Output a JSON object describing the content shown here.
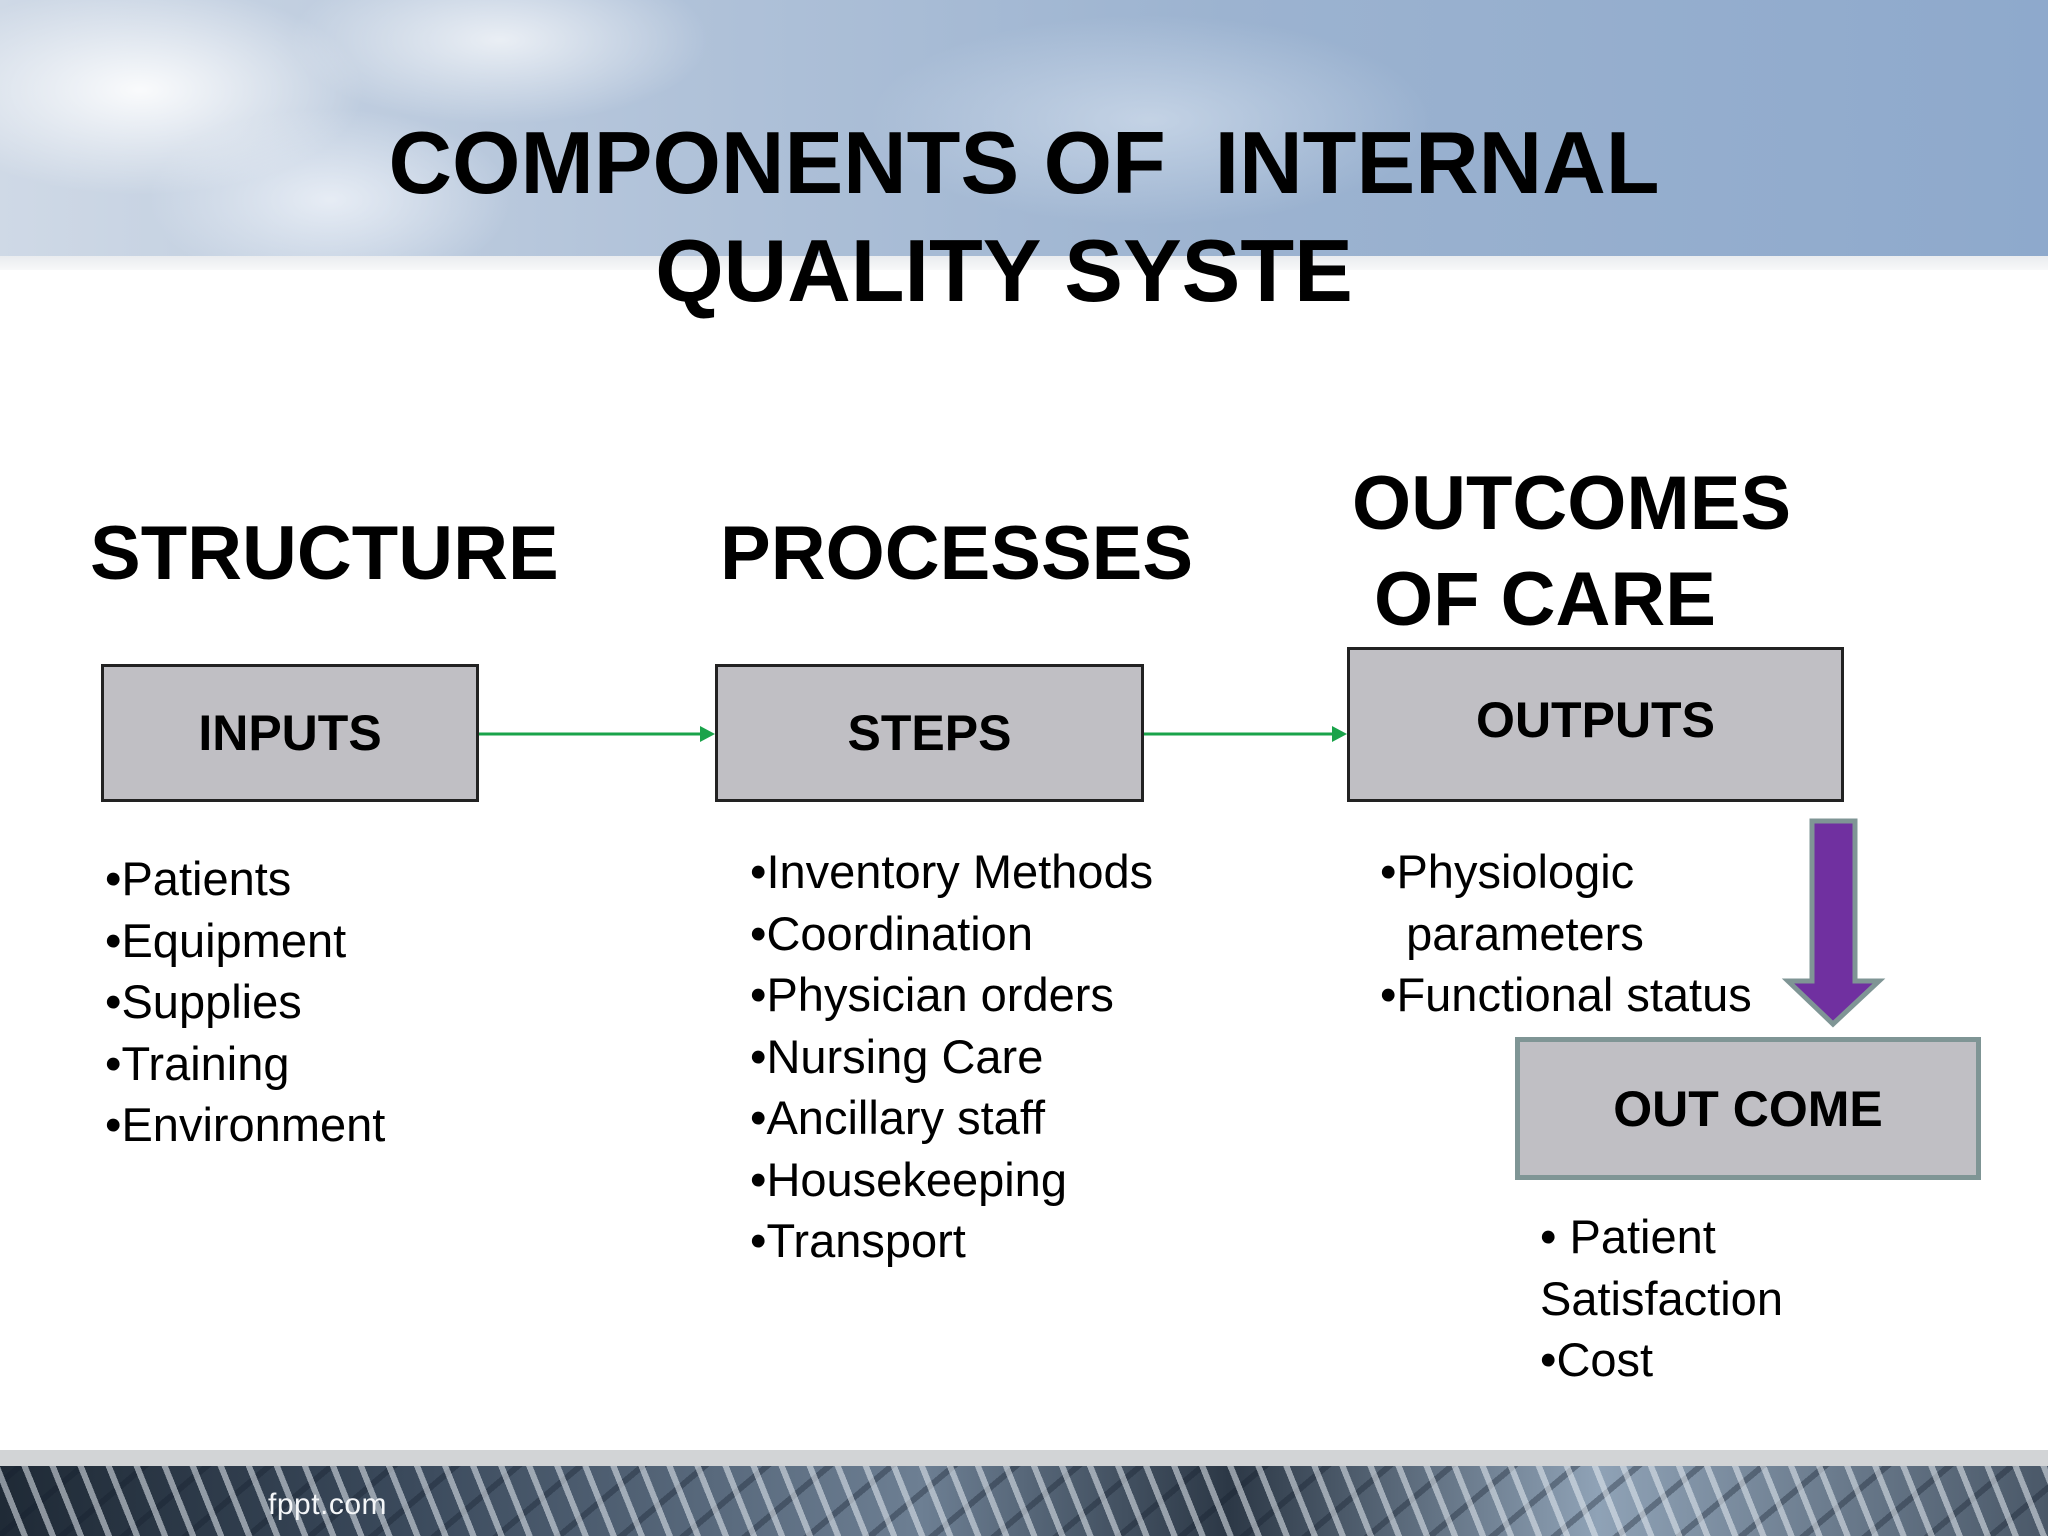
{
  "title": {
    "line1": "COMPONENTS OF  INTERNAL",
    "line2": "QUALITY SYSTE"
  },
  "columns": {
    "structure": {
      "heading": "STRUCTURE",
      "box_label": "INPUTS",
      "items": [
        "•Patients",
        "•Equipment",
        "•Supplies",
        "•Training",
        "•Environment"
      ]
    },
    "processes": {
      "heading": "PROCESSES",
      "box_label": "STEPS",
      "items": [
        "•Inventory Methods",
        "•Coordination",
        "•Physician orders",
        "•Nursing Care",
        "•Ancillary staff",
        "•Housekeeping",
        "•Transport"
      ]
    },
    "outcomes": {
      "heading_line1": "OUTCOMES",
      "heading_line2": "OF CARE",
      "box_label": "OUTPUTS",
      "items": [
        "•Physiologic",
        "  parameters",
        "•Functional status"
      ]
    }
  },
  "outcome_box": {
    "label": "OUT COME",
    "items": [
      "• Patient",
      "Satisfaction",
      "•Cost"
    ]
  },
  "footer": {
    "site": "fppt.com"
  },
  "colors": {
    "box_fill": "#c0bfc4",
    "connector_arrow": "#1aa34a",
    "down_arrow": "#7030a0",
    "down_arrow_outline": "#7f9595"
  }
}
